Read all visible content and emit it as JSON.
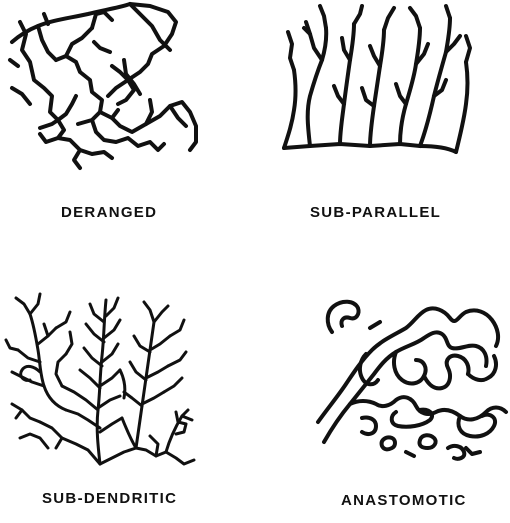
{
  "figure": {
    "patterns": [
      {
        "id": "deranged",
        "label": "DERANGED"
      },
      {
        "id": "sub-parallel",
        "label": "SUB-PARALLEL"
      },
      {
        "id": "sub-dendritic",
        "label": "SUB-DENDRITIC"
      },
      {
        "id": "anastomotic",
        "label": "ANASTOMOTIC"
      }
    ],
    "line_color": "#111111",
    "background_color": "#ffffff"
  }
}
